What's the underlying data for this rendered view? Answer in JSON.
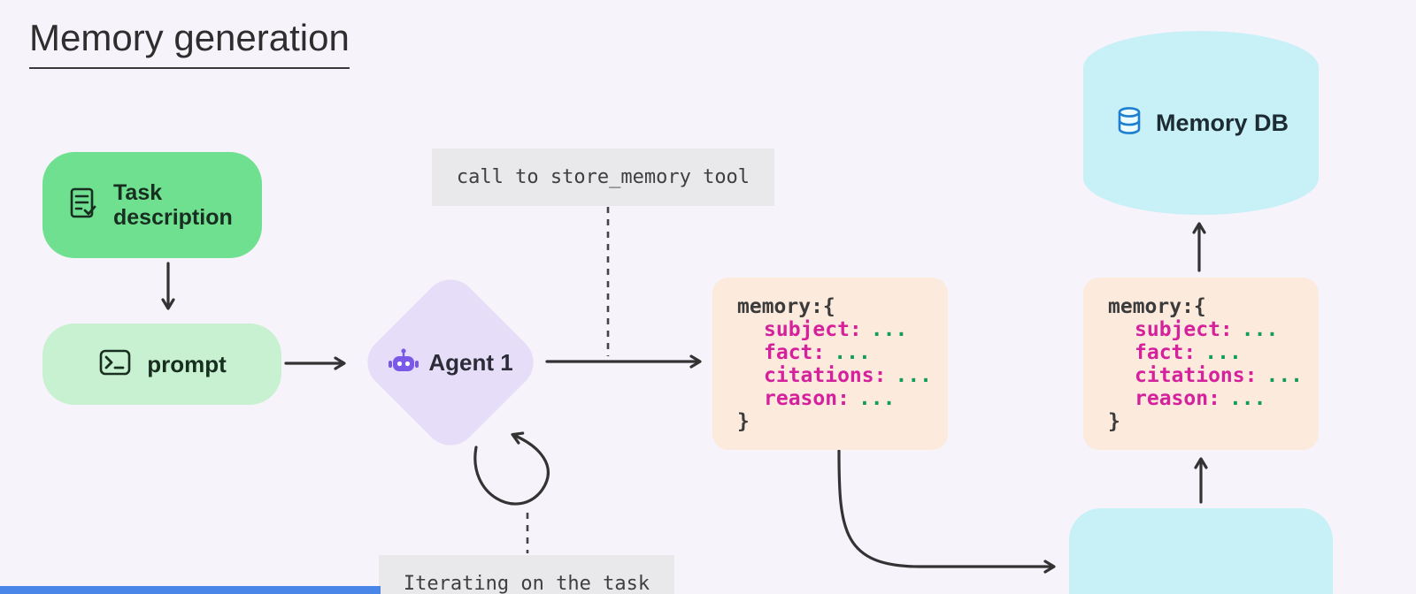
{
  "title": "Memory generation",
  "task_box": {
    "label": "Task description"
  },
  "prompt_box": {
    "label": "prompt"
  },
  "agent": {
    "label": "Agent 1"
  },
  "store_memory_label": {
    "text": "call to store_memory tool"
  },
  "iterating_label": {
    "text": "Iterating on the task"
  },
  "memory_db": {
    "label": "Memory DB"
  },
  "memory_code": {
    "open": "memory:{",
    "close": "}",
    "fields": [
      {
        "key": "subject:",
        "value": "..."
      },
      {
        "key": "fact:",
        "value": "..."
      },
      {
        "key": "citations:",
        "value": "..."
      },
      {
        "key": "reason:",
        "value": "..."
      }
    ]
  },
  "icons": {
    "task": "task-document-icon",
    "prompt": "terminal-icon",
    "agent": "robot-icon",
    "memory_db": "database-icon"
  },
  "colors": {
    "background": "#f6f3fb",
    "task_green": "#6fdf90",
    "prompt_green": "#c7f1d0",
    "agent_purple": "#e6def8",
    "agent_icon_purple": "#7a58e8",
    "memory_peach": "#fceadd",
    "db_cyan": "#c7f0f7",
    "label_gray": "#e9e8ea",
    "code_key_magenta": "#d6219c",
    "code_value_green": "#0f9d58",
    "arrow_dark": "#333333",
    "bottom_strip_blue": "#4a86e8"
  }
}
